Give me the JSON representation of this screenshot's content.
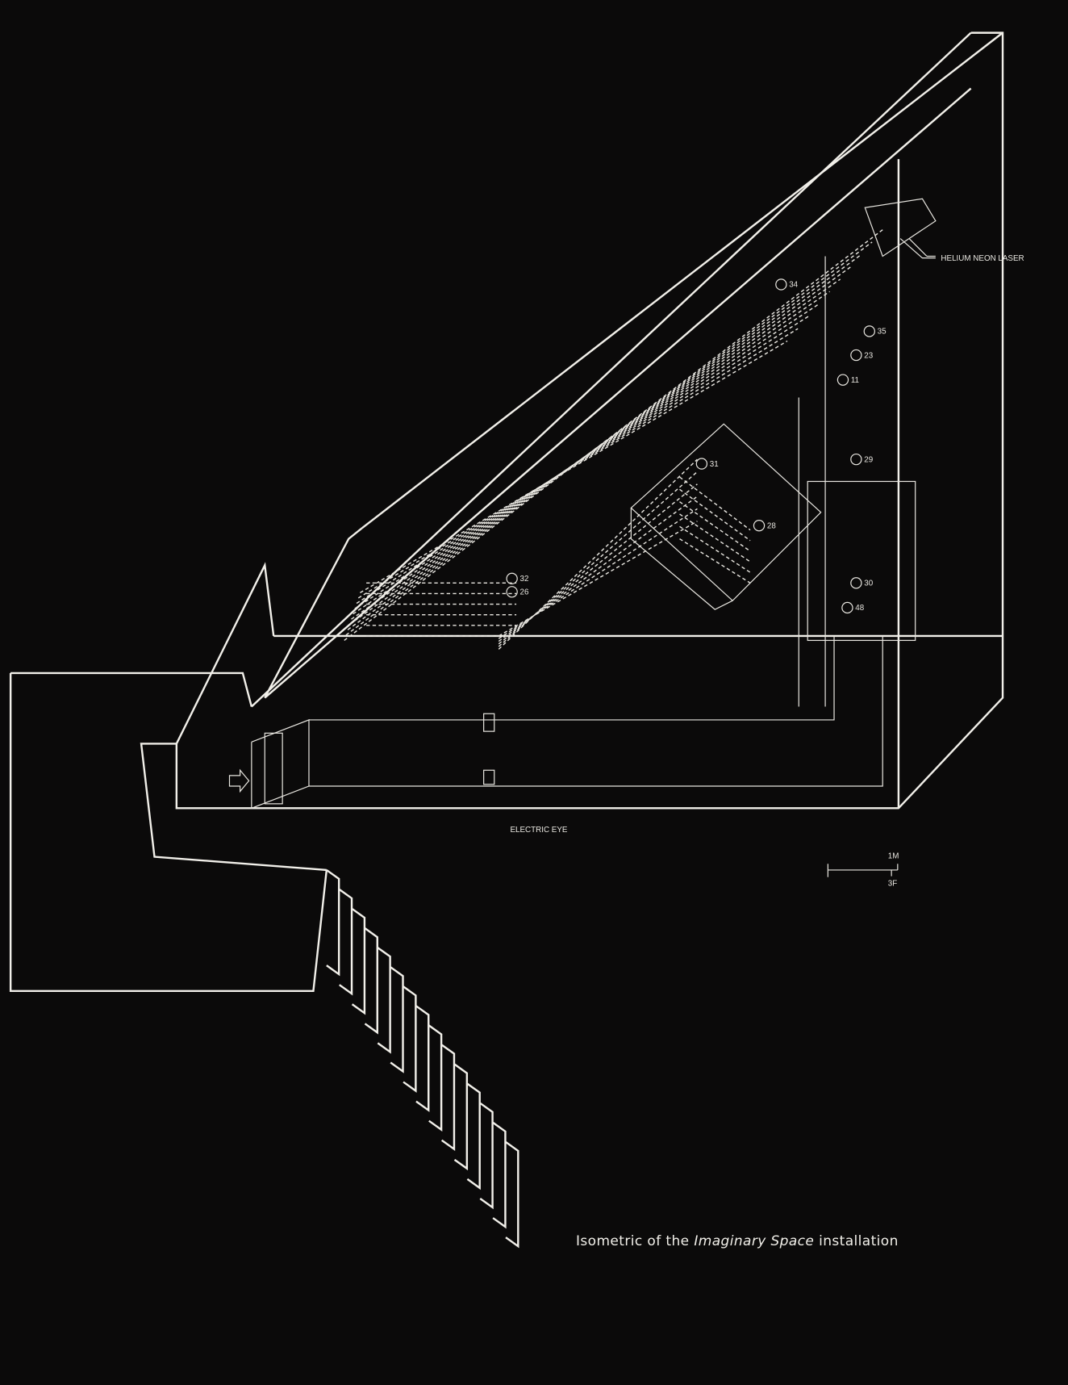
{
  "drawing": {
    "laser_label": "HELIUM NEON LASER",
    "electric_eye_label": "ELECTRIC EYE",
    "scale_metric": "1M",
    "scale_imperial": "3F",
    "point_numbers": [
      "34",
      "35",
      "23",
      "11",
      "31",
      "29",
      "30",
      "48",
      "32",
      "26",
      "28"
    ]
  },
  "caption": {
    "prefix": "Isometric of the",
    "title": "Imaginary Space",
    "suffix": "installation"
  }
}
